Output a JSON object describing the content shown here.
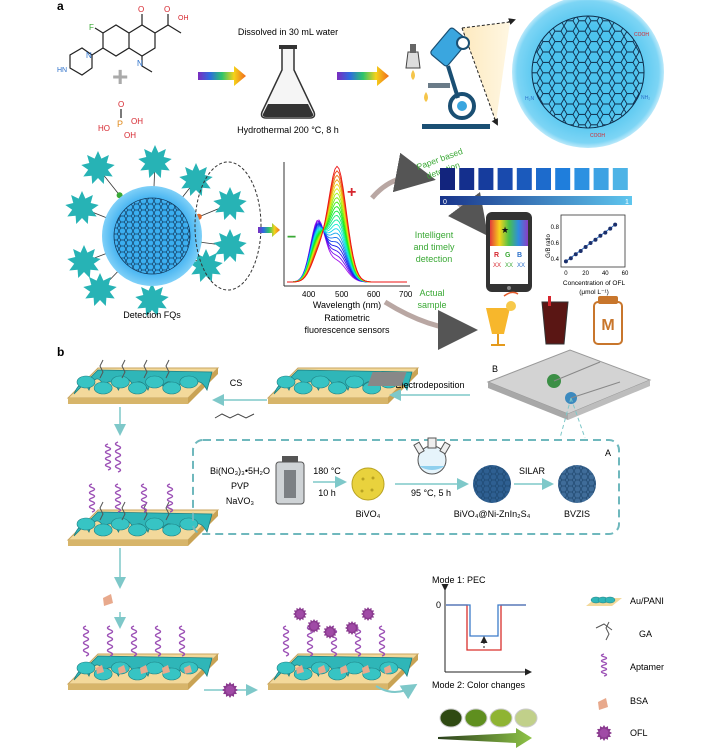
{
  "panel_a": {
    "label": "a",
    "reaction_text": "Dissolved in 30 mL water",
    "hydrothermal_text": "Hydrothermal 200 °C, 8 h",
    "detection_label": "Detection FQs",
    "spectrum": {
      "x_label": "Wavelength (nm)",
      "ticks": [
        "400",
        "500",
        "600",
        "700"
      ],
      "caption_line1": "Ratiometric",
      "caption_line2": "fluorescence sensors",
      "plus": "+",
      "minus": "−"
    },
    "methods": {
      "paper_line1": "Paper based",
      "paper_line2": "detection",
      "intelligent_line1": "Intelligent",
      "intelligent_line2": "and timely",
      "intelligent_line3": "detection",
      "actual_line1": "Actual",
      "actual_line2": "sample"
    },
    "gradient_bar": {
      "left": "0",
      "right": "1"
    },
    "phone_rgb": {
      "r": "R",
      "g": "G",
      "b": "B",
      "xx": "XX"
    },
    "calibration": {
      "ylabel": "G/B ratio",
      "xlabel_line1": "Concentration of OFL",
      "xlabel_line2": "(μmol L⁻¹)",
      "xticks": [
        "0",
        "20",
        "40",
        "60"
      ],
      "yticks": [
        "0.4",
        "0.6",
        "0.8"
      ],
      "points_x": [
        0,
        5,
        10,
        15,
        20,
        25,
        30,
        35,
        40,
        45,
        50
      ],
      "points_y": [
        0.37,
        0.41,
        0.46,
        0.5,
        0.55,
        0.6,
        0.64,
        0.69,
        0.73,
        0.78,
        0.83
      ],
      "xlim": [
        -5,
        60
      ],
      "ylim": [
        0.3,
        0.95
      ]
    },
    "milk_label": "M",
    "cd_labels": {
      "cooh": "COOH",
      "nh2": "NH₂",
      "h2n": "H₂N"
    }
  },
  "panel_b": {
    "label": "b",
    "cs_label": "CS",
    "electrodeposition_label": "Electrodeposition",
    "chip_label_a": "A",
    "chip_label_b": "B",
    "reagents": [
      "Bi(NO₃)₃•5H₂O",
      "PVP",
      "NaVO₃"
    ],
    "step1_top": "180 °C",
    "step1_bottom": "10 h",
    "bivo4": "BiVO₄",
    "step2": "95 °C, 5 h",
    "composite": "BiVO₄@Ni-ZnIn₂S₄",
    "silar": "SILAR",
    "bvzis": "BVZIS",
    "mode1": "Mode 1: PEC",
    "mode1_zero": "0",
    "mode2": "Mode 2: Color changes",
    "legend": [
      "Au/PANI",
      "GA",
      "Aptamer",
      "BSA",
      "OFL"
    ]
  },
  "colors": {
    "teal": "#2fb6b8",
    "dashed_frame": "#6fb8bd",
    "arrow_teal": "#7ec8c9",
    "green_text": "#3aa935",
    "red_plus": "#d6262e",
    "pec_blue": "#3d7cc9",
    "pec_red": "#d9302c"
  }
}
